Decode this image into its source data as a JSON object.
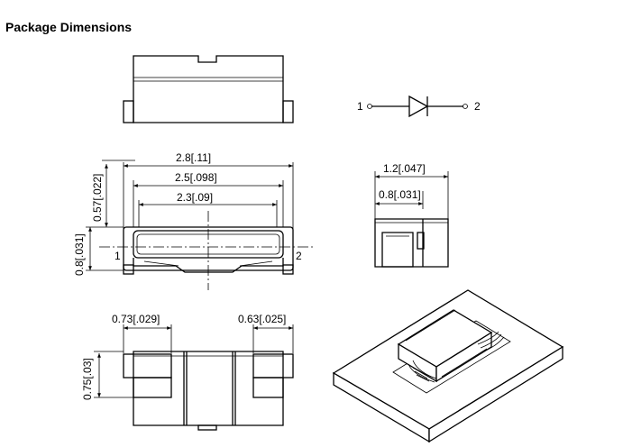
{
  "heading": "Package Dimensions",
  "diode_symbol": {
    "pin1": "1",
    "pin2": "2"
  },
  "front_view": {
    "dim_28": "2.8[.11]",
    "dim_25": "2.5[.098]",
    "dim_23": "2.3[.09]",
    "dim_057": "0.57[.022]",
    "dim_08": "0.8[.031]",
    "pin1": "1",
    "pin2": "2"
  },
  "side_view": {
    "dim_12": "1.2[.047]",
    "dim_08": "0.8[.031]"
  },
  "bottom_view": {
    "dim_073": "0.73[.029]",
    "dim_063": "0.63[.025]",
    "dim_075": "0.75[.03]"
  }
}
